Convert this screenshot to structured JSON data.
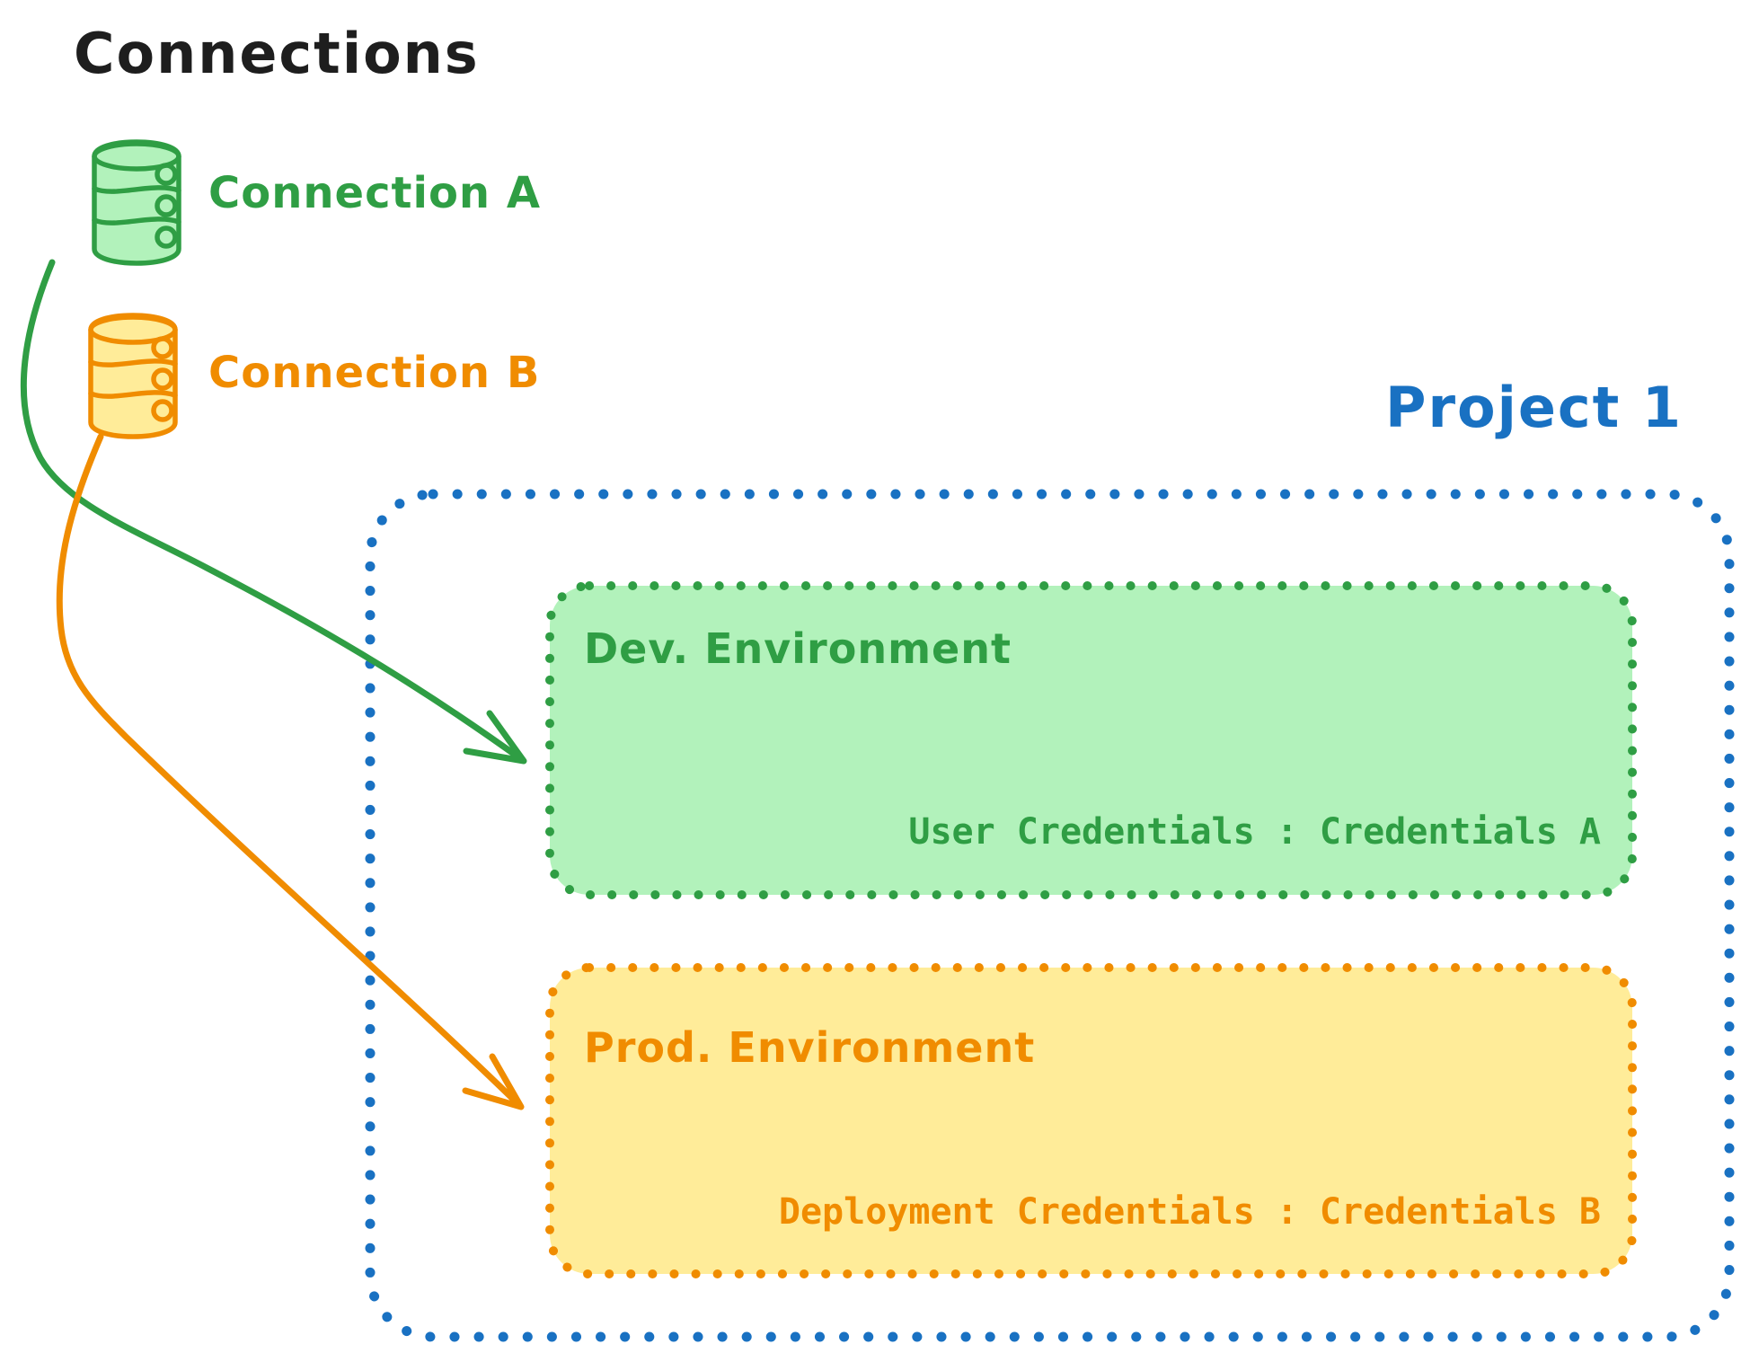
{
  "diagram_title": "Connections",
  "colors": {
    "ink": "#1e1e1e",
    "green": "#2f9e44",
    "green_fill": "#b2f2bb",
    "orange": "#f08c00",
    "orange_fill": "#ffec99",
    "blue": "#1971c2",
    "canvas": "#ffffff"
  },
  "connections": [
    {
      "label": "Connection A",
      "icon": "database-icon",
      "color": "#2f9e44"
    },
    {
      "label": "Connection B",
      "icon": "database-icon",
      "color": "#f08c00"
    }
  ],
  "project": {
    "title": "Project 1",
    "environments": [
      {
        "title": "Dev. Environment",
        "credentials_label": "User Credentials : Credentials A"
      },
      {
        "title": "Prod. Environment",
        "credentials_label": "Deployment Credentials : Credentials B"
      }
    ]
  },
  "arrows": [
    {
      "from": "Connection A",
      "to": "Dev. Environment",
      "color": "#2f9e44"
    },
    {
      "from": "Connection B",
      "to": "Prod. Environment",
      "color": "#f08c00"
    }
  ]
}
